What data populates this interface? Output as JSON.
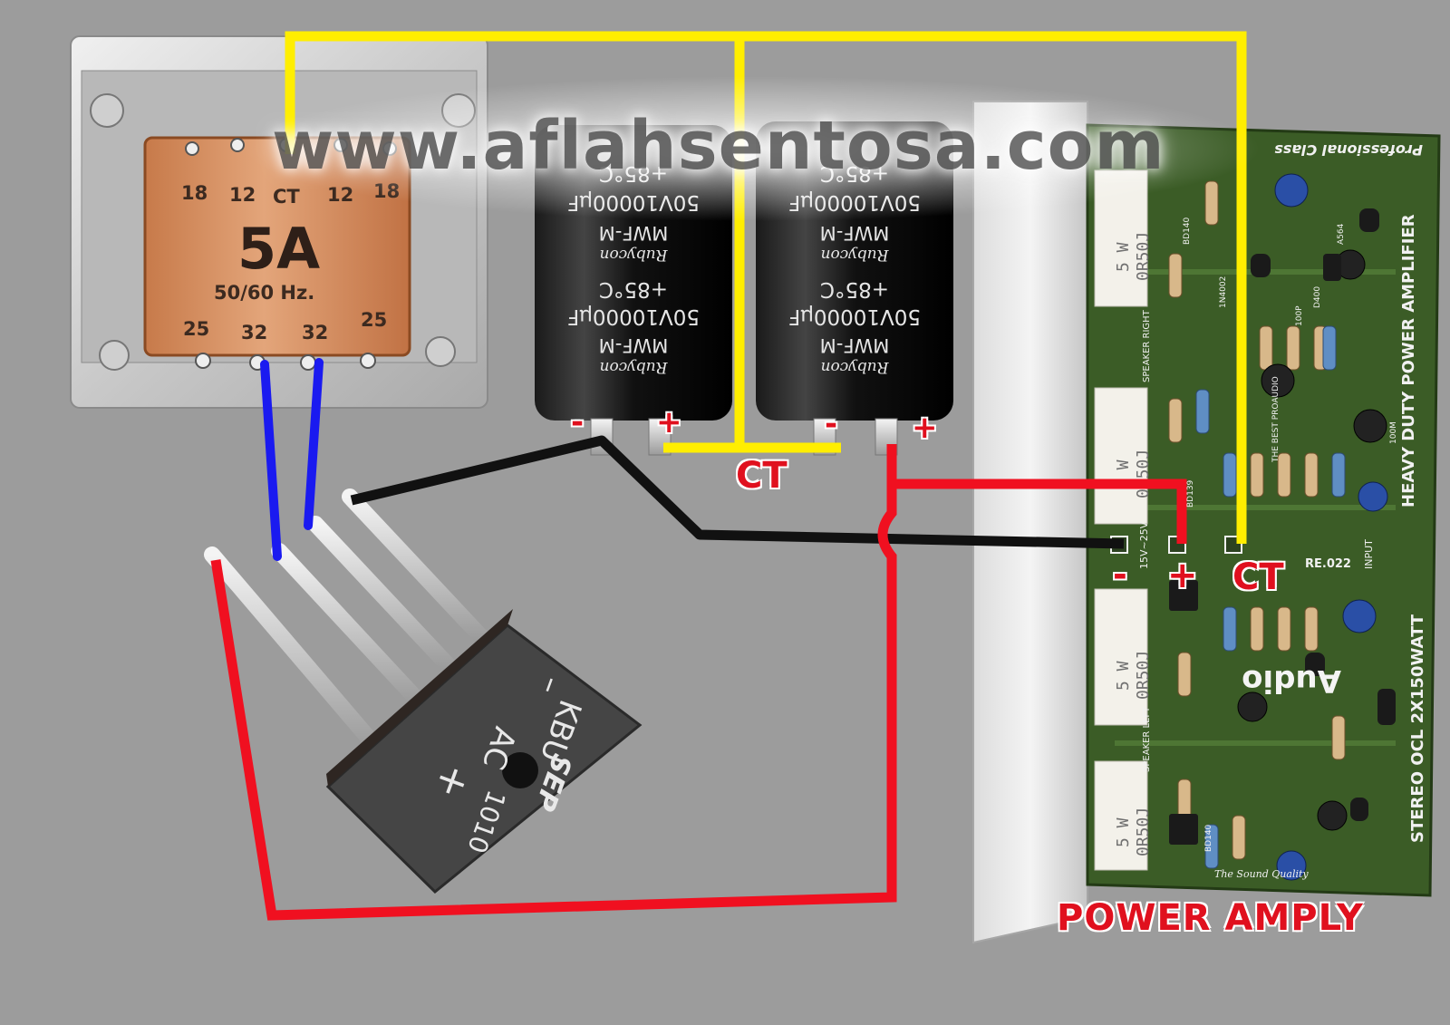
{
  "watermark": "www.aflahsentosa.com",
  "transformer": {
    "taps_top": [
      "18",
      "12",
      "CT",
      "12",
      "18"
    ],
    "rating": "5A",
    "frequency": "50/60 Hz.",
    "taps_bottom": [
      "25",
      "32",
      "32",
      "25"
    ]
  },
  "capacitor": {
    "brand": "Rubycon",
    "series": "MWF-M",
    "spec": "50V10000µF",
    "temp": "+85°C"
  },
  "capacitor_terminals": {
    "c1_minus": "-",
    "c1_plus": "+",
    "c2_minus": "-",
    "c2_plus": "+"
  },
  "labels": {
    "ct_capacitors": "CT",
    "board_minus": "-",
    "board_plus": "+",
    "board_ct": "CT",
    "power_amply": "POWER AMPLY"
  },
  "bridge": {
    "model": "KBU",
    "code": "1010",
    "brand": "SEP",
    "ac": "AC",
    "minus": "–",
    "plus": "+"
  },
  "pcb": {
    "title": "HEAVY DUTY POWER AMPLIFIER",
    "subtitle": "STEREO OCL 2X150WATT",
    "brand": "Audio",
    "slogan": "The Sound Quality",
    "professional": "Professional Class",
    "re_code": "RE.022",
    "input_label": "INPUT",
    "supply": "15V~25V",
    "resistor_rating": "5 W",
    "resistor_code": "0R50J",
    "speaker_right": "SPEAKER RIGHT",
    "speaker_left": "SPEAKER LEFT",
    "best": "THE BEST PROAUDIO",
    "parts": [
      "BD140",
      "1N4002",
      "A564",
      "D400",
      "100P",
      "100M",
      "BD139",
      "BD140"
    ]
  },
  "colors": {
    "ct_wire": "#ffee00",
    "ac_wire": "#1a1af0",
    "positive_wire": "#f01020",
    "negative_wire": "#111111",
    "pcb": "#3b5c26"
  }
}
